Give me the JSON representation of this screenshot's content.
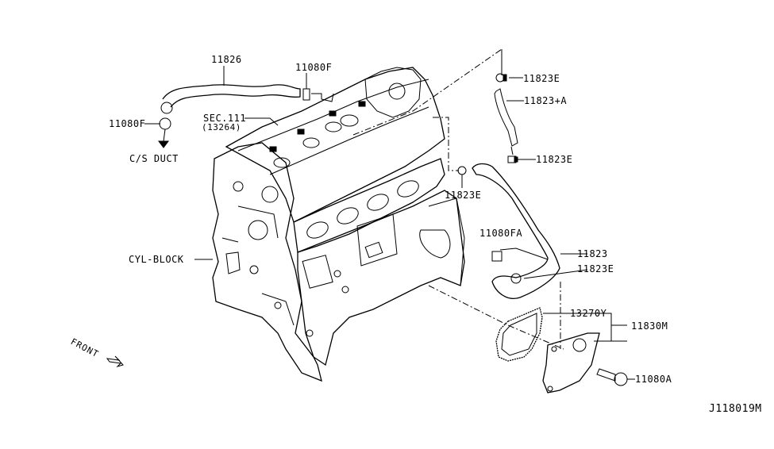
{
  "diagram": {
    "code": "J118019M",
    "direction_label": "FRONT",
    "callouts": {
      "hose_top": "11826",
      "clamp_top": "11080F",
      "clamp_left": "11080F",
      "duct": "C/S DUCT",
      "sec_ref": "SEC.111",
      "sec_ref_sub": "(13264)",
      "clamp_right_top": "11823E",
      "hose_right": "11823+A",
      "clamp_right_mid": "11823E",
      "clamp_center": "11823E",
      "clip": "11080FA",
      "hose_lower": "11823",
      "clamp_lower": "11823E",
      "gasket": "13270Y",
      "cover_assy": "11830M",
      "bolt": "11080A",
      "block": "CYL-BLOCK"
    }
  }
}
